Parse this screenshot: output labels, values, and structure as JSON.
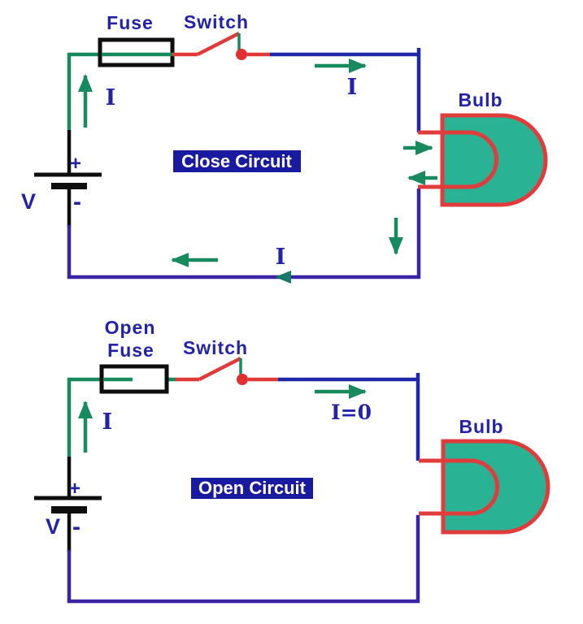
{
  "colors": {
    "wire-green": "#178a5e",
    "wire-black": "#0e0e0e",
    "wire-blue": "#1f26aa",
    "wire-purple": "#3b23a6",
    "wire-red": "#e03a3a",
    "switch-dot": "#e03030",
    "bulb-fill": "#29b394",
    "bulb-stroke": "#e03c3c",
    "arrow-green": "#178a5e",
    "arrow-teal": "#17786a",
    "text-blue": "#2323aa",
    "badge-bg": "#1a1aa0",
    "badge-text": "#ffffff"
  },
  "close_circuit": {
    "caption": "Close Circuit",
    "fuse_label": "Fuse",
    "switch_label": "Switch",
    "bulb_label": "Bulb",
    "battery_label": "V",
    "battery_plus": "+",
    "battery_minus": "-",
    "current_left": "I",
    "current_top": "I",
    "current_bottom": "I"
  },
  "open_circuit": {
    "caption": "Open Circuit",
    "fuse_label_line1": "Open",
    "fuse_label_line2": "Fuse",
    "switch_label": "Switch",
    "bulb_label": "Bulb",
    "battery_label": "V",
    "battery_plus": "+",
    "battery_minus": "-",
    "current_left": "I",
    "current_top": "I=0"
  }
}
